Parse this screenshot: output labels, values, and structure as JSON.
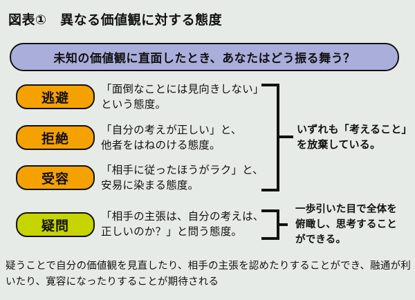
{
  "colors": {
    "background": "#e7ebe8",
    "question_fill": "#a9aedb",
    "avoid_fill": "#f5a200",
    "doubt_fill": "#c6d400",
    "line": "#111111"
  },
  "title": "図表①　異なる価値観に対する態度",
  "question": "未知の価値観に直面したとき、あなたはどう振る舞う？",
  "attitudes": [
    {
      "label": "逃避",
      "desc": "「面倒なことには見向きしない」\nという態度。",
      "fill": "#f5a200"
    },
    {
      "label": "拒絶",
      "desc": "「自分の考えが正しい」と、\n他者をはねのける態度。",
      "fill": "#f5a200"
    },
    {
      "label": "受容",
      "desc": "「相手に従ったほうがラク」と、\n安易に染まる態度。",
      "fill": "#f5a200"
    },
    {
      "label": "疑問",
      "desc": "「相手の主張は、自分の考えは、\n正しいのか？」と問う態度。",
      "fill": "#c6d400"
    }
  ],
  "notes": {
    "group": "いずれも「考えること」\nを放棄している。",
    "doubt": "一歩引いた目で全体を\n俯瞰し、思考すること\nができる。"
  },
  "footer": "疑うことで自分の価値観を見直したり、相手の主張を認めたりすることができ、融通が利いたり、寛容になったりすることが期待される"
}
